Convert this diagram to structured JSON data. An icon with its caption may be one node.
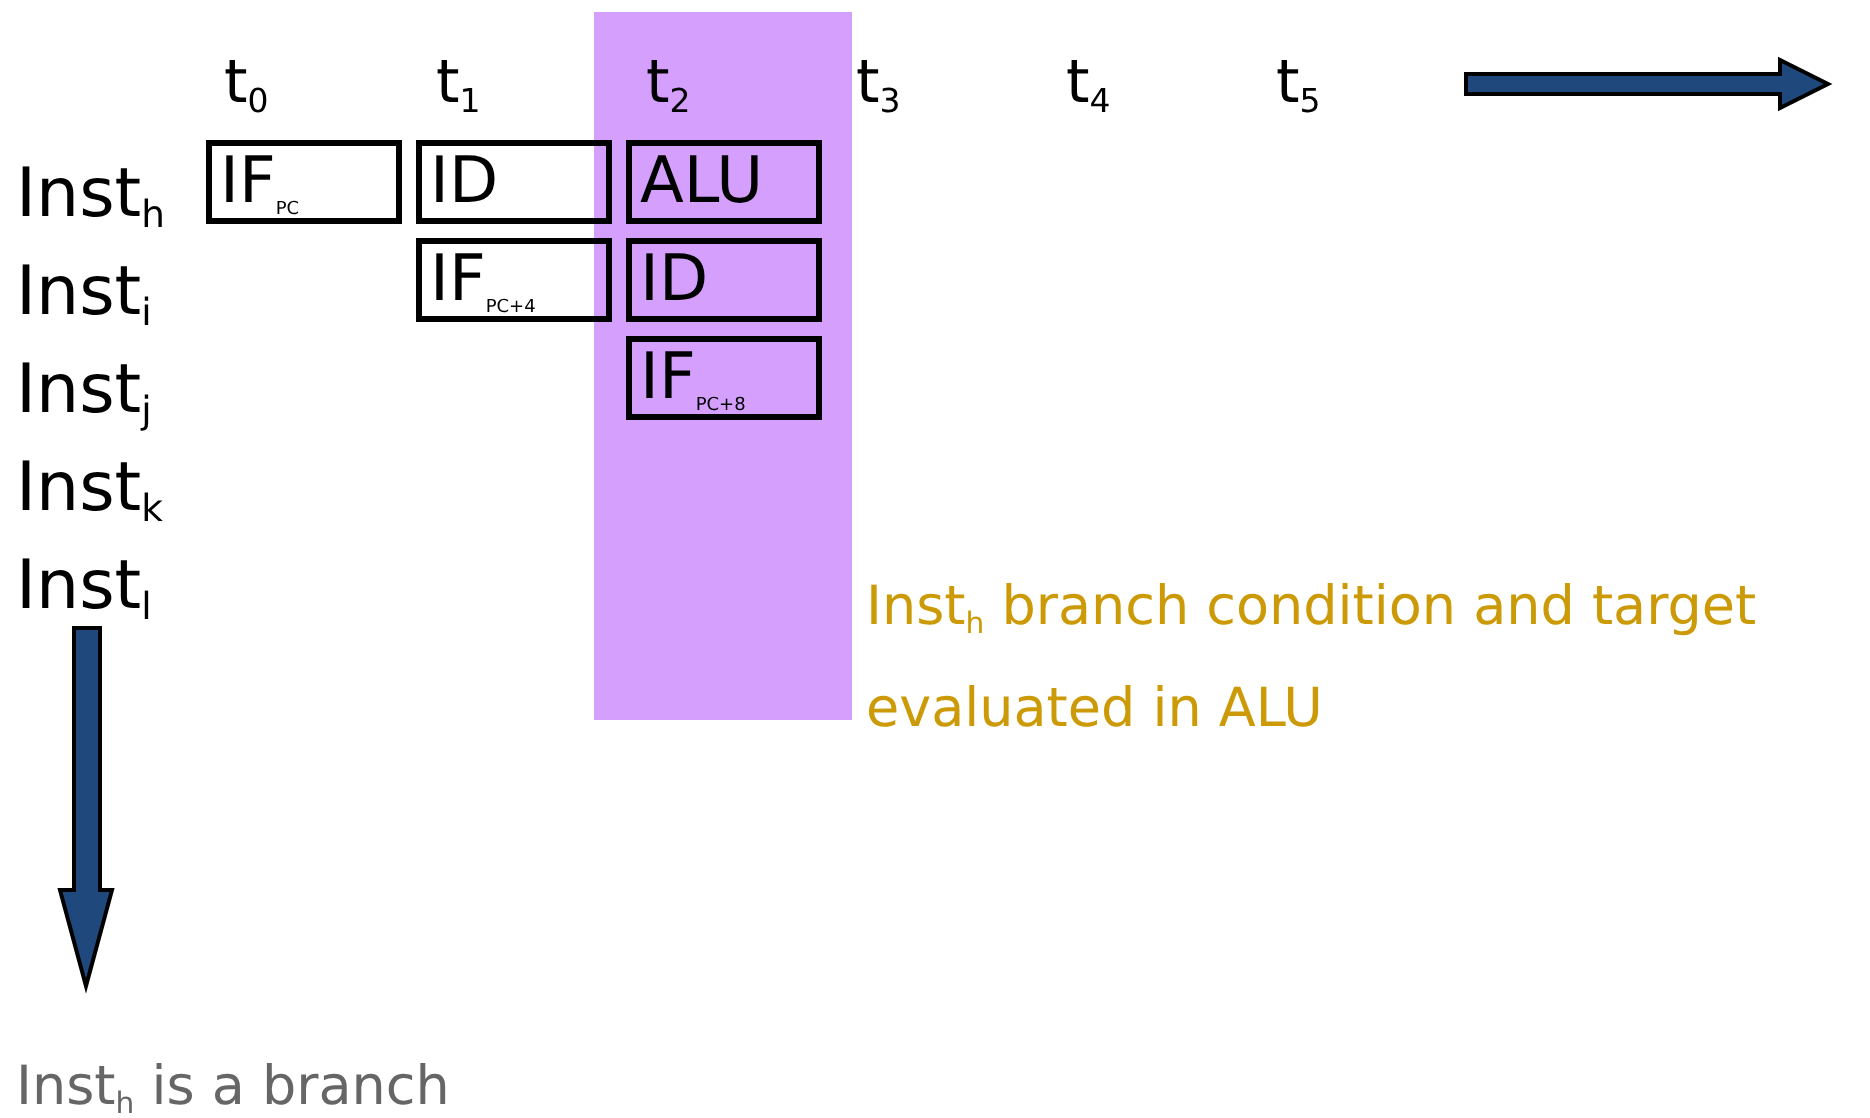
{
  "diagram": {
    "nodes": [
      {
        "text": [
          "IF$_{PC}$"
        ]
      },
      {
        "text": [
          "ID"
        ]
      },
      {
        "text": [
          "ALU"
        ]
      },
      {
        "text": [
          "IF$_{PC+4}$"
        ]
      },
      {
        "text": [
          "ID"
        ]
      },
      {
        "text": [
          "IF$_{PC+8}$"
        ]
      }
    ],
    "labels": [
      "t$_{0}$",
      "t$_{1}$",
      "t$_{2}$",
      "t$_{3}$",
      "t$_{4}$",
      "t$_{5}$",
      "Inst$_{h}$",
      "Inst$_{i}$",
      "Inst$_{j}$",
      "Inst$_{k}$",
      "Inst$_{l}$",
      "Inst$_{h}$ branch condition and target evaluated in ALU",
      "Inst$_{h}$ is a branch"
    ]
  }
}
